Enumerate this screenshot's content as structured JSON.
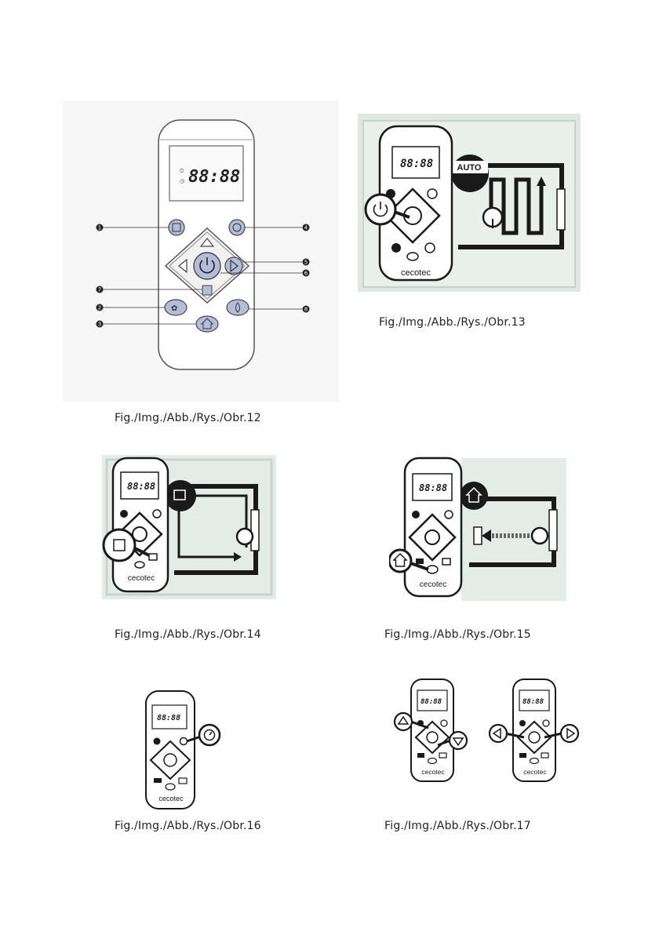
{
  "figures": {
    "fig12": {
      "caption": "Fig./Img./Abb./Rys./Obr.12",
      "display": "88:88",
      "callouts": [
        "1",
        "2",
        "3",
        "4",
        "5",
        "6",
        "7",
        "8"
      ]
    },
    "fig13": {
      "caption": "Fig./Img./Abb./Rys./Obr.13",
      "display": "88:88",
      "mode_label": "AUTO",
      "brand": "cecotec"
    },
    "fig14": {
      "caption": "Fig./Img./Abb./Rys./Obr.14",
      "display": "88:88",
      "brand": "cecotec"
    },
    "fig15": {
      "caption": "Fig./Img./Abb./Rys./Obr.15",
      "display": "88:88",
      "brand": "cecotec"
    },
    "fig16": {
      "caption": "Fig./Img./Abb./Rys./Obr.16",
      "display": "88:88",
      "brand": "cecotec"
    },
    "fig17": {
      "caption": "Fig./Img./Abb./Rys./Obr.17",
      "display_left": "88:88",
      "display_right": "88:88",
      "brand_left": "cecotec",
      "brand_right": "cecotec"
    }
  },
  "colors": {
    "button_fill": "#b3bdd8",
    "floor_fill": "#e3ece6",
    "ink": "#1a1a1a"
  }
}
